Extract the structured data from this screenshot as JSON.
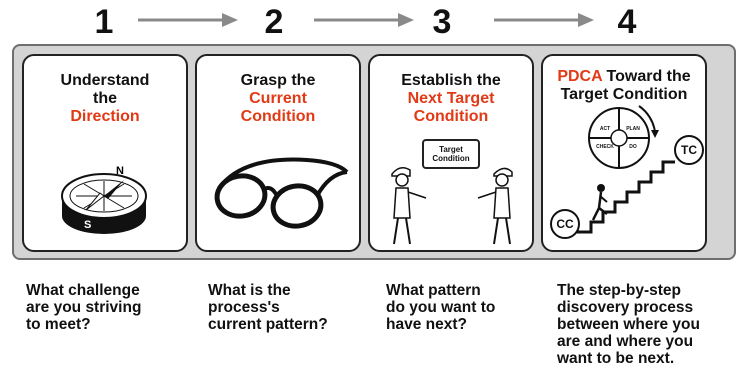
{
  "steps": [
    {
      "number": "1",
      "title_line1": "Understand",
      "title_line2": "the",
      "title_red": "Direction",
      "description": "What challenge\nare you striving\nto meet?",
      "icon": "compass-icon"
    },
    {
      "number": "2",
      "title_line1": "Grasp the",
      "title_red_line1": "Current",
      "title_red_line2": "Condition",
      "description": "What is the\nprocess's\ncurrent pattern?",
      "icon": "glasses-icon"
    },
    {
      "number": "3",
      "title_line1": "Establish the",
      "title_red_line1": "Next  Target",
      "title_red_line2": "Condition",
      "sign_text": "Target\nCondition",
      "description": "What pattern\ndo you want to\nhave next?",
      "icon": "two-people-icon"
    },
    {
      "number": "4",
      "title_red": "PDCA",
      "title_line1_rest": " Toward the",
      "title_line2": "Target Condition",
      "pdca_labels": [
        "ACT",
        "PLAN",
        "CHECK",
        "DO"
      ],
      "start_label": "CC",
      "end_label": "TC",
      "description": "The step-by-step\ndiscovery process\nbetween where you\nare and where you\nwant to be next.",
      "icon": "staircase-icon"
    }
  ],
  "colors": {
    "accent": "#e23a16",
    "band": "#d4d4d4",
    "arrow": "#8a8a8a"
  }
}
